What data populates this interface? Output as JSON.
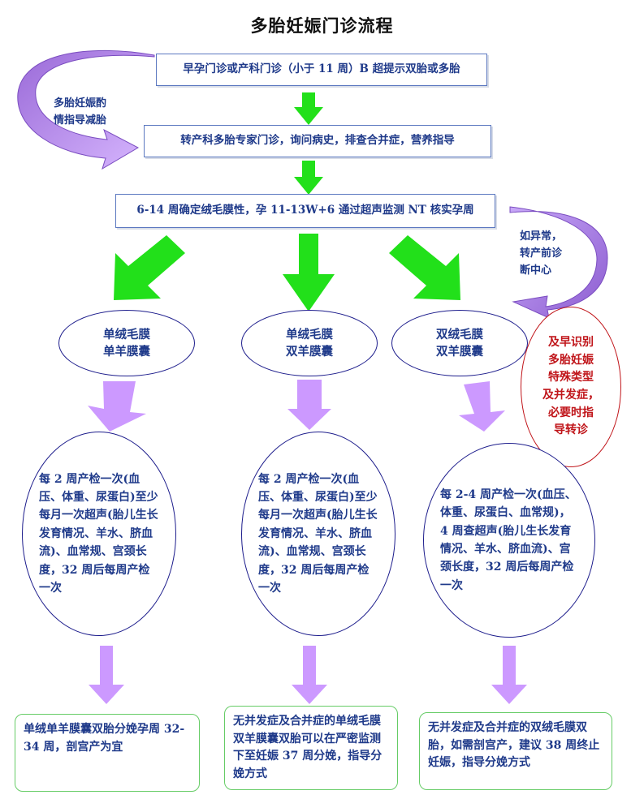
{
  "title": "多胎妊娠门诊流程",
  "steps": [
    "早孕门诊或产科门诊（小于 11 周）B 超提示双胎或多胎",
    "转产科多胎专家门诊，询问病史，排查合并症，营养指导",
    "6-14 周确定绒毛膜性，孕 11-13W+6 通过超声监测 NT 核实孕周"
  ],
  "side_notes": {
    "left": "多胎妊娠酌\n情指导减胎",
    "right": "如异常，\n转产前诊\n断中心"
  },
  "types": [
    "单绒毛膜\n单羊膜囊",
    "单绒毛膜\n双羊膜囊",
    "双绒毛膜\n双羊膜囊"
  ],
  "warning": "及早识别\n多胎妊娠\n特殊类型\n及并发症，\n必要时指\n导转诊",
  "checkups": [
    "每 2 周产检一次(血压、体重、尿蛋白)至少每月一次超声(胎儿生长发育情况、羊水、脐血流)、血常规、宫颈长度，32 周后每周产检一次",
    "每 2 周产检一次(血压、体重、尿蛋白)至少每月一次超声(胎儿生长发育情况、羊水、脐血流)、血常规、宫颈长度，32 周后每周产检一次",
    "每 2-4 周产检一次(血压、体重、尿蛋白、血常规)，4 周查超声(胎儿生长发育情况、羊水、脐血流)、宫颈长度，32 周后每周产检一次"
  ],
  "outcomes": [
    "单绒单羊膜囊双胎分娩孕周 32-34 周，剖宫产为宜",
    "无并发症及合并症的单绒毛膜双羊膜囊双胎可以在严密监测下至妊娠 37 周分娩，指导分娩方式",
    "无并发症及合并症的双绒毛膜双胎，如需剖宫产，建议 38 周终止妊娠，指导分娩方式"
  ],
  "colors": {
    "green_arrow": "#22e01a",
    "purple_arrow": "#cc99ff",
    "curved_arrow": "#b58ee8",
    "box_border": "#5b78c0",
    "ellipse_border": "#1d1d8c",
    "warning_red": "#c0151a",
    "outcome_border": "#66cc66"
  }
}
